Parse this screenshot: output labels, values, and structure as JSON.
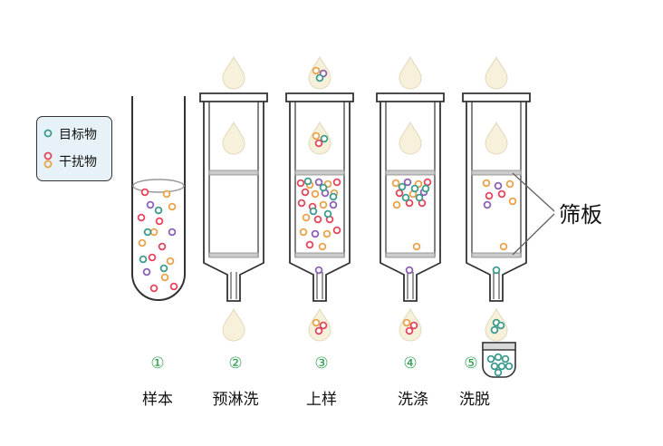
{
  "legend": {
    "target_label": "目标物",
    "interferent_label": "干扰物"
  },
  "sieve_label": "筛板",
  "steps": [
    {
      "num": "①",
      "name": "样本"
    },
    {
      "num": "②",
      "name": "预淋洗"
    },
    {
      "num": "③",
      "name": "上样"
    },
    {
      "num": "④",
      "name": "洗涤"
    },
    {
      "num": "⑤",
      "name": "洗脱"
    }
  ],
  "colors": {
    "target": "#3d9b8e",
    "interferents": [
      "#e0455a",
      "#e8a24a",
      "#8a5fb5",
      "#e8a24a",
      "#e0455a"
    ],
    "outline": "#333333",
    "drop": "#f7f1dc",
    "sieve": "#cccccc",
    "step_number": "#2e9d4c"
  }
}
